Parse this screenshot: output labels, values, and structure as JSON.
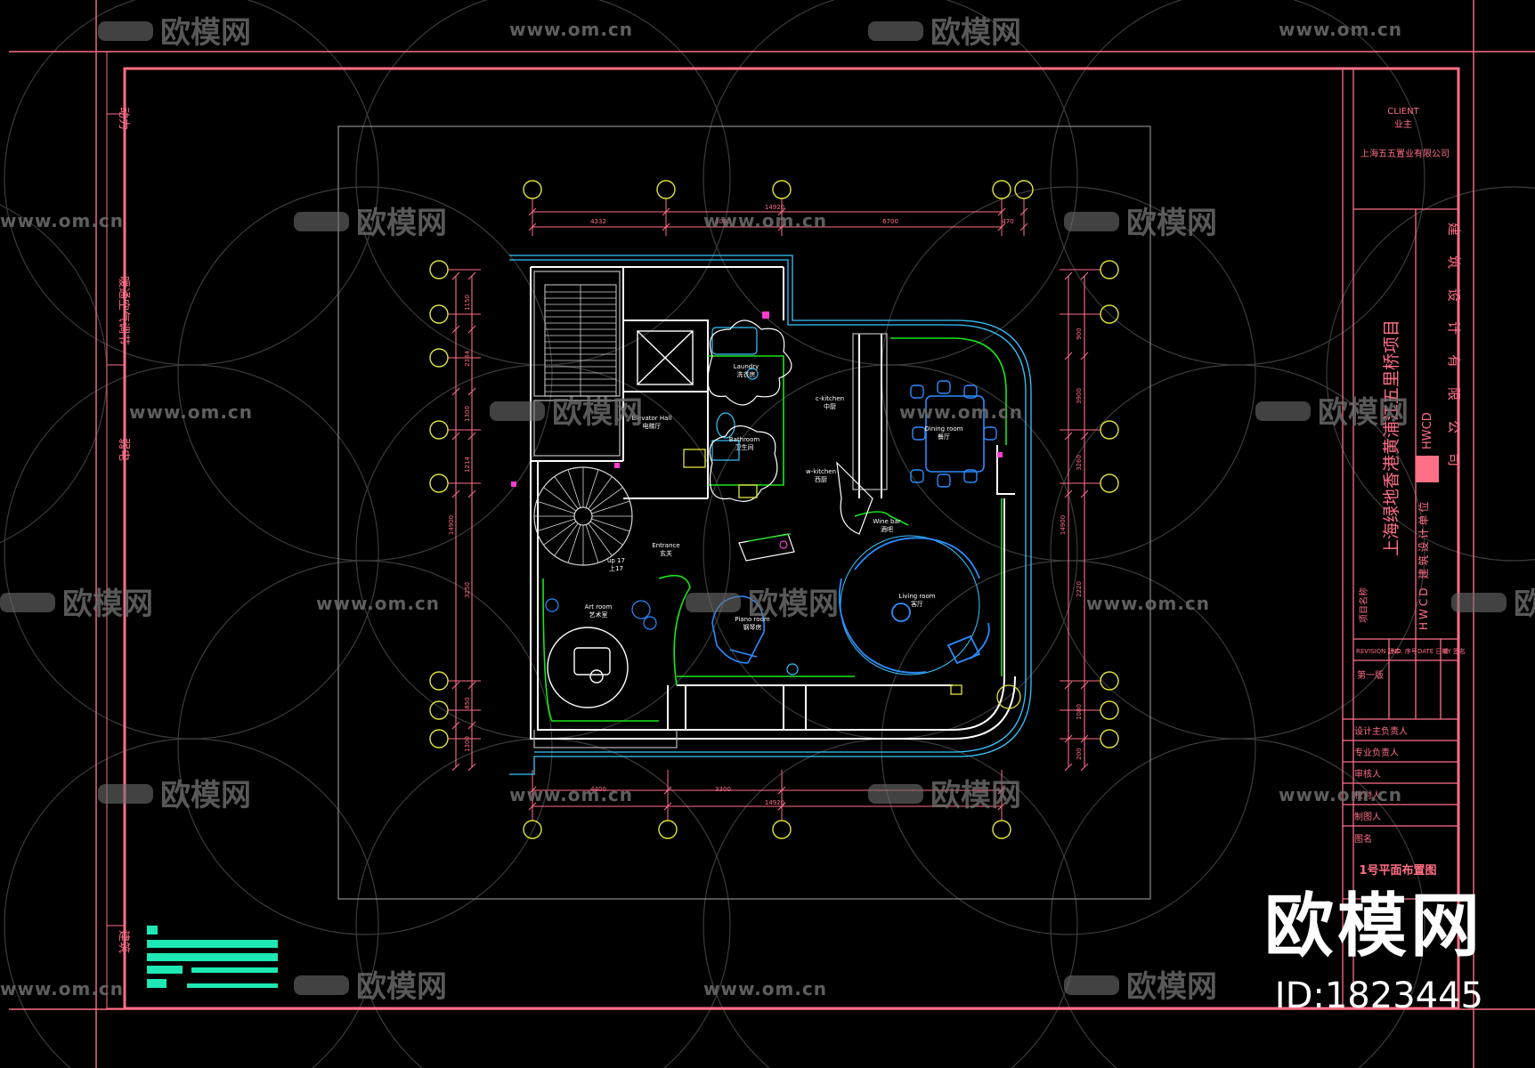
{
  "colors": {
    "frame": "#ff6f86",
    "wall": "#ffffff",
    "wall_grey": "#b0b0b0",
    "green": "#19e619",
    "yellow": "#e3e33a",
    "cyan": "#37c6ff",
    "blue_furniture": "#2a8cff",
    "magenta": "#ff3ad0",
    "teal_logo": "#1ee8b4",
    "watermark": "#6e6e6e"
  },
  "watermark": {
    "logo_text": "欧模网",
    "url": "www.om.cn"
  },
  "brand": {
    "name": "欧模网",
    "id_label": "ID:1823445"
  },
  "left_strip": [
    "动力",
    "暖通空气调节",
    "弱电",
    "建筑"
  ],
  "title_block": {
    "client_en": "CLIENT",
    "client_cn": "业主",
    "client_name": "上海五五置业有限公司",
    "project_name": "上海绿地香港黄浦江五里桥项目",
    "company_tag": "HWCD",
    "company_vertical": "建筑设计有限公司",
    "designer_vertical": "HWCD 建筑设计单位",
    "project_label": "项目名称",
    "revision_headers": [
      "REVISION 版本",
      "NO. 序号",
      "DATE 日期",
      "BY 签名"
    ],
    "revision_first": "第一版",
    "sign_rows": [
      "设计主负责人",
      "专业负责人",
      "审核人",
      "校对人",
      "制图人"
    ],
    "drawing_label": "图名",
    "drawing_title": "1号平面布置图"
  },
  "plan": {
    "rooms": [
      {
        "en": "Laundry",
        "cn": "洗衣房"
      },
      {
        "en": "Elevator Hall",
        "cn": "电梯厅"
      },
      {
        "en": "Bathroom",
        "cn": "卫生间"
      },
      {
        "en": "c-kitchen",
        "cn": "中厨"
      },
      {
        "en": "w-kitchen",
        "cn": "西厨"
      },
      {
        "en": "Dining room",
        "cn": "餐厅"
      },
      {
        "en": "Wine bar",
        "cn": "酒吧"
      },
      {
        "en": "Entrance",
        "cn": "玄关"
      },
      {
        "en": "up 17",
        "cn": "上17"
      },
      {
        "en": "Art room",
        "cn": "艺术室"
      },
      {
        "en": "Piano room",
        "cn": "钢琴房"
      },
      {
        "en": "Living room",
        "cn": "客厅"
      }
    ],
    "top_dims": [
      "4332",
      "3000",
      "6700",
      "470"
    ],
    "top_total": "14920",
    "bottom_dims": [
      "4400",
      "3300"
    ],
    "bottom_total": "14920",
    "left_dims": [
      "1150",
      "2334",
      "1300",
      "1214",
      "3250",
      "850",
      "1300"
    ],
    "left_total": "14900",
    "right_dims": [
      "900",
      "3900",
      "3260",
      "2220",
      "1080",
      "200"
    ],
    "right_total": "14900"
  }
}
